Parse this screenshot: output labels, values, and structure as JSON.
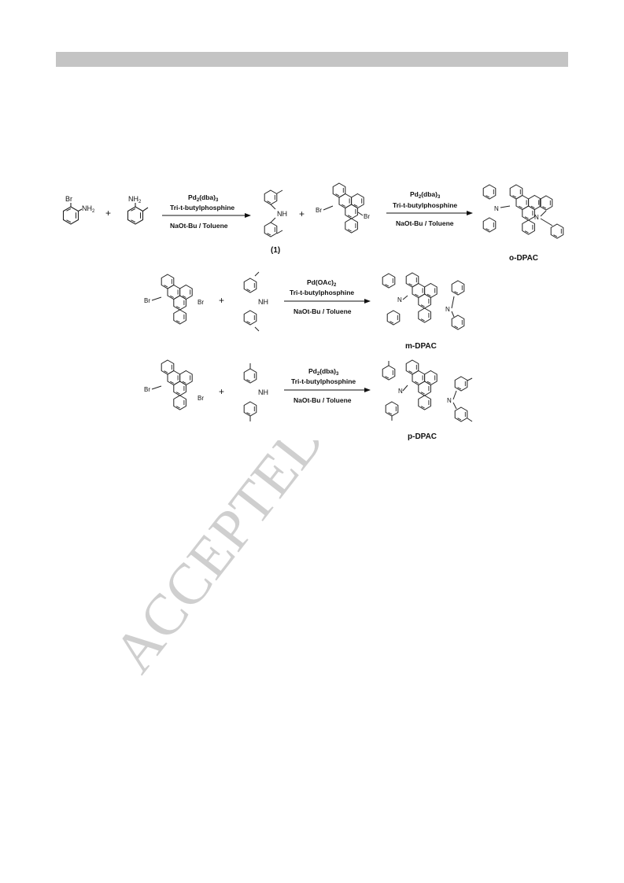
{
  "header": {
    "bar_color": "#c4c4c4"
  },
  "watermark": {
    "text": "ACCEPTED MANUSCRIPT",
    "color": "#c9c9c9"
  },
  "scheme": {
    "row1": {
      "reactant1": {
        "br": "Br",
        "nh2_main": "NH",
        "nh2_sub": "2"
      },
      "plus1": "+",
      "reactant2": {
        "nh2_main": "NH",
        "nh2_sub": "2"
      },
      "arrow": {
        "reagent_a": {
          "main": "Pd",
          "sub": "2",
          "rest": "(dba)",
          "sub2": "3"
        },
        "reagent_b": "Tri-t-butylphosphine",
        "conditions": "NaOt-Bu  / Toluene"
      },
      "intermediate": {
        "nh": "NH",
        "label": "(1)"
      },
      "plus2": "+",
      "dibromo": {
        "br_left": "Br",
        "br_right": "Br"
      },
      "arrow2": {
        "reagent_a": {
          "main": "Pd",
          "sub": "2",
          "rest": "(dba)",
          "sub2": "3"
        },
        "reagent_b": "Tri-t-butylphosphine",
        "conditions": "NaOt-Bu  / Toluene"
      },
      "product": {
        "n_left": "N",
        "n_right": "N",
        "label": "o-DPAC"
      }
    },
    "row2": {
      "dibromo": {
        "br_left": "Br",
        "br_right": "Br"
      },
      "plus": "+",
      "amine": {
        "nh": "NH"
      },
      "arrow": {
        "reagent_a": {
          "main": "Pd(OAc)",
          "sub": "2"
        },
        "reagent_b": "Tri-t-butylphosphine",
        "conditions": "NaOt-Bu  / Toluene"
      },
      "product": {
        "n_left": "N",
        "n_right": "N",
        "label": "m-DPAC"
      }
    },
    "row3": {
      "dibromo": {
        "br_left": "Br",
        "br_right": "Br"
      },
      "plus": "+",
      "amine": {
        "nh": "NH"
      },
      "arrow": {
        "reagent_a": {
          "main": "Pd",
          "sub": "2",
          "rest": "(dba)",
          "sub2": "3"
        },
        "reagent_b": "Tri-t-butylphosphine",
        "conditions": "NaOt-Bu  / Toluene"
      },
      "product": {
        "n_left": "N",
        "n_right": "N",
        "label": "p-DPAC"
      }
    }
  }
}
